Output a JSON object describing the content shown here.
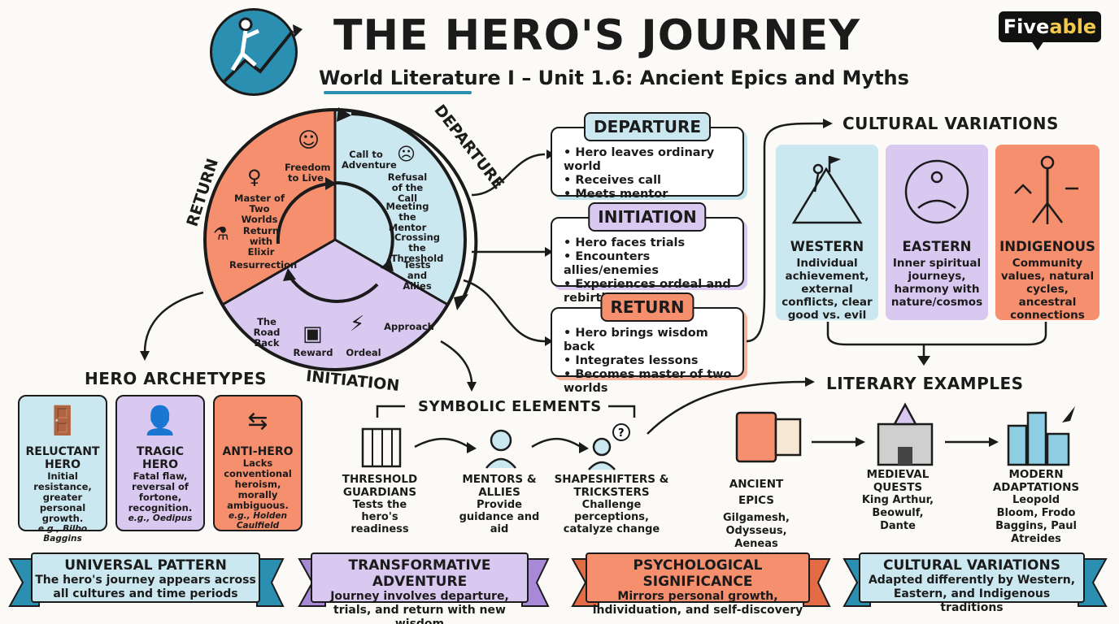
{
  "header": {
    "title": "THE HERO'S JOURNEY",
    "subtitle": "World Literature I – Unit 1.6: Ancient Epics and Myths",
    "brand_a": "Five",
    "brand_b": "able"
  },
  "wheel": {
    "arc_labels": {
      "departure": "DEPARTURE",
      "initiation": "INITIATION",
      "return": "RETURN"
    },
    "stages": {
      "call": "Call to Adventure",
      "refusal": "Refusal of the Call",
      "mentor": "Meeting the Mentor",
      "threshold": "Crossing the Threshold",
      "tests": "Tests and Allies",
      "approach": "Approach",
      "ordeal": "Ordeal",
      "reward": "Reward",
      "road_back": "The Road Back",
      "resurrection": "Resurrection",
      "elixir": "Return with Elixir",
      "master": "Master of Two Worlds",
      "freedom": "Freedom to Live"
    }
  },
  "phases": [
    {
      "title": "DEPARTURE",
      "items": [
        "Hero leaves ordinary world",
        "Receives call",
        "Meets mentor"
      ]
    },
    {
      "title": "INITIATION",
      "items": [
        "Hero faces trials",
        "Encounters allies/enemies",
        "Experiences ordeal and rebirth"
      ]
    },
    {
      "title": "RETURN",
      "items": [
        "Hero brings wisdom back",
        "Integrates lessons",
        "Becomes master of two worlds"
      ]
    }
  ],
  "cultural": {
    "heading": "CULTURAL VARIATIONS",
    "cards": [
      {
        "title": "WESTERN",
        "text": "Individual achievement, external conflicts, clear good vs. evil"
      },
      {
        "title": "EASTERN",
        "text": "Inner spiritual journeys, harmony with nature/cosmos"
      },
      {
        "title": "INDIGENOUS",
        "text": "Community values, natural cycles, ancestral connections"
      }
    ]
  },
  "archetypes": {
    "heading": "HERO ARCHETYPES",
    "cards": [
      {
        "title": "RELUCTANT HERO",
        "text": "Initial resistance, greater personal growth.",
        "example": "e.g., Bilbo Baggins"
      },
      {
        "title": "TRAGIC HERO",
        "text": "Fatal flaw, reversal of fortone, recognition.",
        "example": "e.g., Oedipus"
      },
      {
        "title": "ANTI-HERO",
        "text": "Lacks conventional heroism, morally ambiguous.",
        "example": "e.g., Holden Caulfield"
      }
    ]
  },
  "symbolic": {
    "heading": "SYMBOLIC ELEMENTS",
    "items": [
      {
        "title": "THRESHOLD GUARDIANS",
        "text": "Tests the hero's readiness"
      },
      {
        "title": "MENTORS & ALLIES",
        "text": "Provide guidance and aid"
      },
      {
        "title": "SHAPESHIFTERS & TRICKSTERS",
        "text": "Challenge perceptions, catalyze change"
      }
    ]
  },
  "literary": {
    "heading": "LITERARY EXAMPLES",
    "items": [
      {
        "title": "ANCIENT EPICS",
        "text": "Gilgamesh, Odysseus, Aeneas"
      },
      {
        "title": "MEDIEVAL QUESTS",
        "text": "King Arthur, Beowulf, Dante"
      },
      {
        "title": "MODERN ADAPTATIONS",
        "text": "Leopold Bloom, Frodo Baggins, Paul Atreides"
      }
    ]
  },
  "banners": [
    {
      "title": "UNIVERSAL PATTERN",
      "text": "The hero's journey appears across all cultures and time periods"
    },
    {
      "title": "TRANSFORMATIVE ADVENTURE",
      "text": "Journey involves departure, trials, and return with new wisdom"
    },
    {
      "title": "PSYCHOLOGICAL SIGNIFICANCE",
      "text": "Mirrors personal growth, individuation, and self-discovery"
    },
    {
      "title": "CULTURAL VARIATIONS",
      "text": "Adapted differently by Western, Eastern, and Indigenous traditions"
    }
  ],
  "colors": {
    "blue": "#cbe7ef",
    "purple": "#d9c8f0",
    "orange": "#f58f6e",
    "accent": "#2a8fb0"
  }
}
